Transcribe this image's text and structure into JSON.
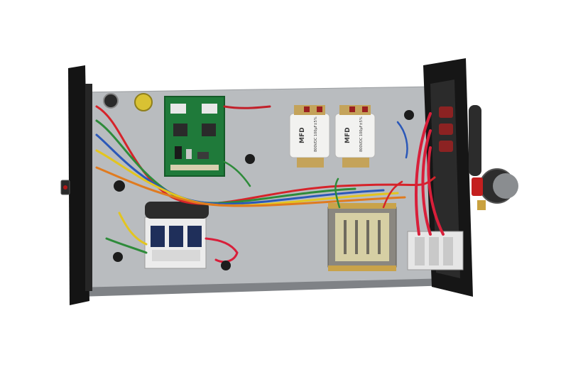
{
  "photo": {
    "capacitor_labels": [
      "MFD",
      "MFD"
    ],
    "capacitor_ratings": [
      "800VDC 100μF±5%",
      "800VDC 100μF±5%"
    ]
  }
}
